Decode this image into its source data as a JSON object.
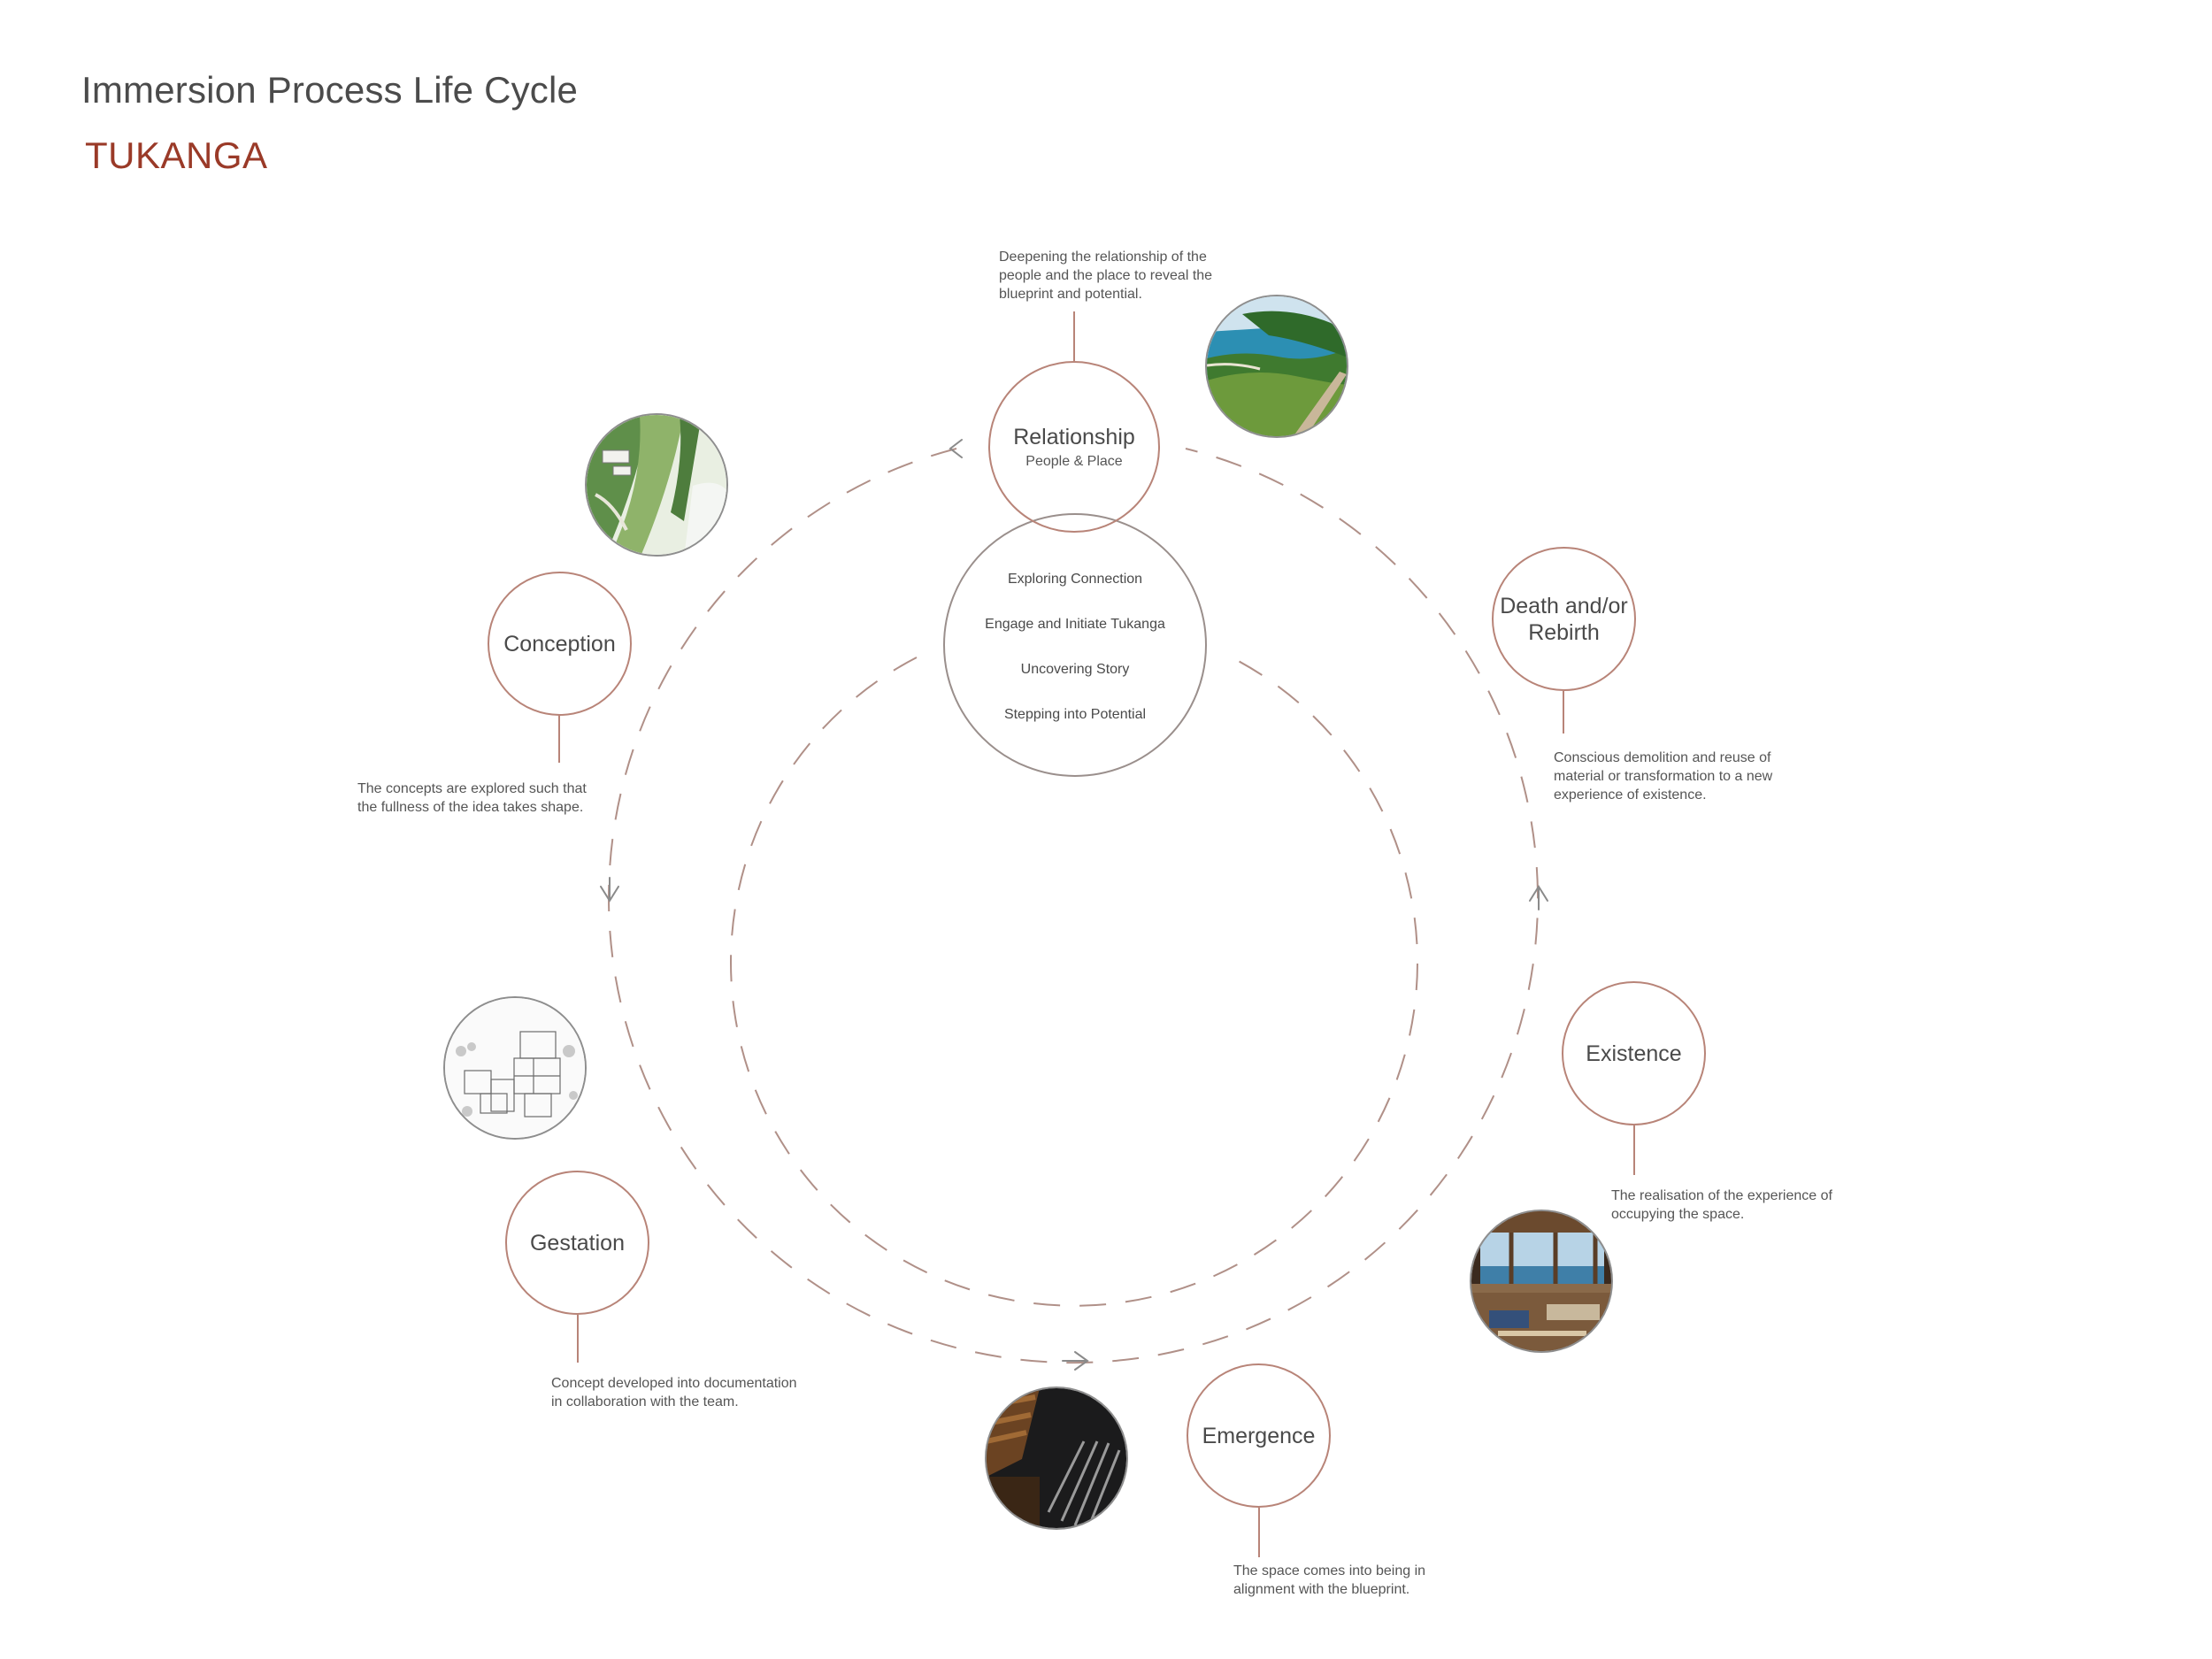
{
  "header": {
    "title": "Immersion Process Life Cycle",
    "subtitle": "TUKANGA"
  },
  "cycle": {
    "relationship": {
      "label": "Relationship",
      "sublabel": "People & Place",
      "description": [
        "Deepening the relationship of the",
        "people and the place to reveal the",
        "blueprint and potential."
      ]
    },
    "center_steps": [
      "Exploring Connection",
      "Engage and Initiate Tukanga",
      "Uncovering Story",
      "Stepping into Potential"
    ],
    "conception": {
      "label": "Conception",
      "description": [
        "The concepts are explored such that",
        "the fullness of the idea takes shape."
      ]
    },
    "gestation": {
      "label": "Gestation",
      "description": [
        "Concept developed into documentation",
        "in collaboration with the team."
      ]
    },
    "emergence": {
      "label": "Emergence",
      "description": [
        "The space comes into being in",
        "alignment with the blueprint."
      ]
    },
    "existence": {
      "label": "Existence",
      "description": [
        "The realisation of the experience of",
        "occupying the space."
      ]
    },
    "death_rebirth": {
      "label_lines": [
        "Death and/or",
        "Rebirth"
      ],
      "description": [
        "Conscious demolition and reuse of",
        "material or transformation to a new",
        "experience of existence."
      ]
    }
  },
  "colors": {
    "accent": "#9a3a28",
    "node_border": "#b88478",
    "dashed_line": "#b09088",
    "text": "#4a4a4a"
  },
  "images": [
    "coastal-landscape-photo",
    "site-plan-watercolor",
    "floor-plan-drawing",
    "interior-living-room-photo",
    "timber-interior-detail-photo"
  ]
}
